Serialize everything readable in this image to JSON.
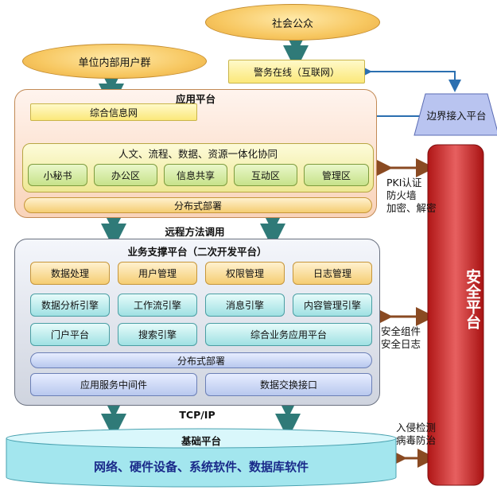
{
  "public": "社会公众",
  "internal_users": "单位内部用户群",
  "police_online": "警务在线（互联网）",
  "border_platform": "边界接入平台",
  "app_platform": {
    "title": "应用平台",
    "info_net": "综合信息网",
    "collab_title": "人文、流程、数据、资源一体化协同",
    "modules": [
      "小秘书",
      "办公区",
      "信息共享",
      "互动区",
      "管理区"
    ],
    "deploy": "分布式部署"
  },
  "remote_call": "远程方法调用",
  "biz_platform": {
    "title": "业务支撑平台（二次开发平台）",
    "row1": [
      "数据处理",
      "用户管理",
      "权限管理",
      "日志管理"
    ],
    "row2": [
      "数据分析引擎",
      "工作流引擎",
      "消息引擎",
      "内容管理引擎"
    ],
    "row3": [
      "门户平台",
      "搜索引擎",
      "综合业务应用平台"
    ],
    "deploy": "分布式部署",
    "bottom": [
      "应用服务中间件",
      "数据交换接口"
    ]
  },
  "tcpip": "TCP/IP",
  "base_platform": {
    "title": "基础平台",
    "content": "网络、硬件设备、系统软件、数据库软件"
  },
  "security": {
    "title": "安全平台",
    "side1": [
      "PKI认证",
      "防火墙",
      "加密、解密"
    ],
    "side2": [
      "安全组件",
      "安全日志"
    ],
    "side3": [
      "入侵检测",
      "病毒防治"
    ]
  }
}
